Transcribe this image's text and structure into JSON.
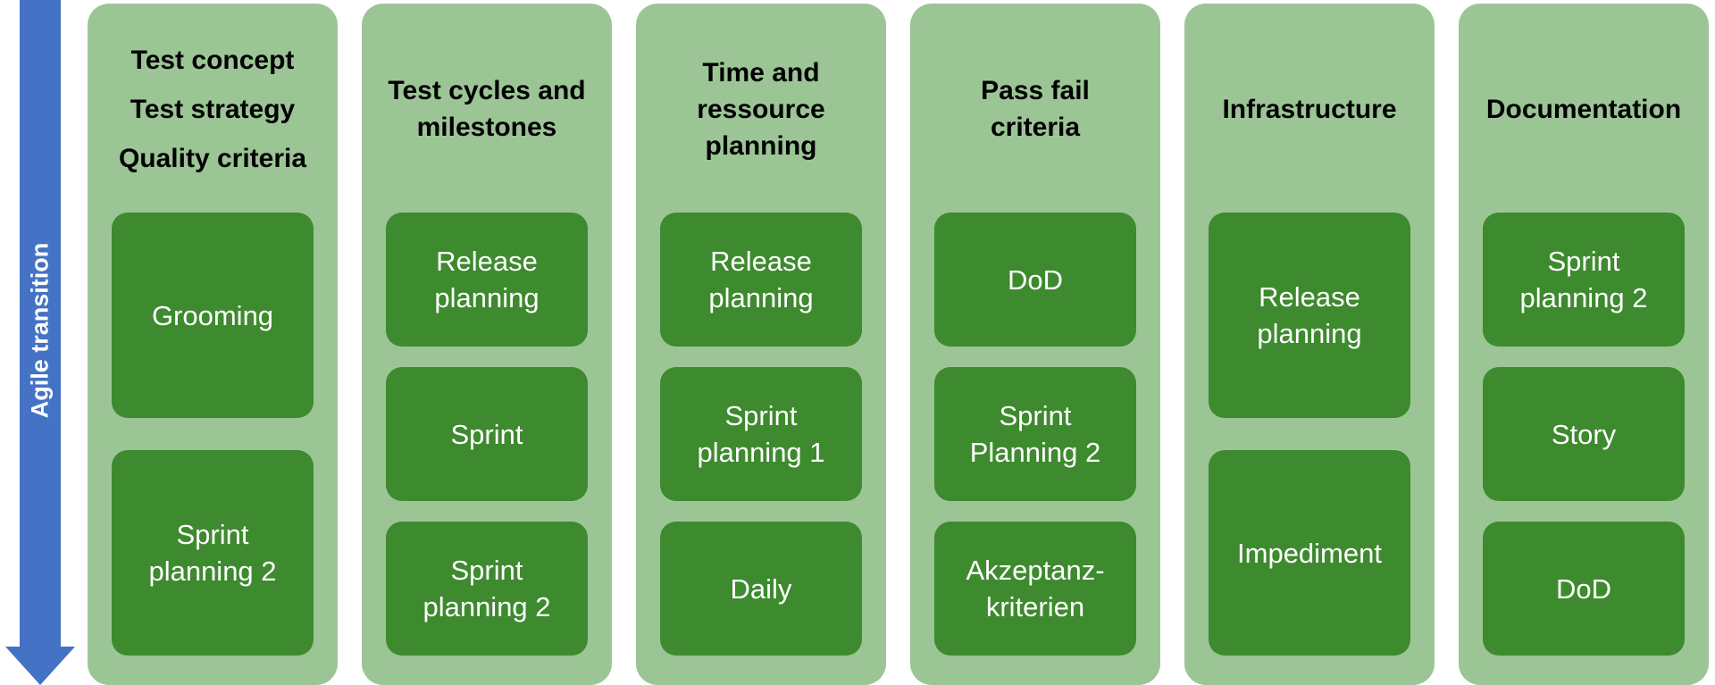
{
  "arrow": {
    "label": "Agile transition",
    "color": "#4472c4"
  },
  "colors": {
    "column_background": "#9cc596",
    "box_background": "#3e8a2f",
    "box_text": "#ffffff",
    "title_text": "#000000"
  },
  "columns": [
    {
      "title_lines": [
        "Test concept",
        "Test strategy",
        "Quality criteria"
      ],
      "boxes": [
        "Grooming",
        "Sprint planning 2"
      ]
    },
    {
      "title_lines": [
        "Test cycles and",
        "milestones"
      ],
      "boxes": [
        "Release planning",
        "Sprint",
        "Sprint planning 2"
      ]
    },
    {
      "title_lines": [
        "Time and",
        "ressource",
        "planning"
      ],
      "boxes": [
        "Release planning",
        "Sprint planning 1",
        "Daily"
      ]
    },
    {
      "title_lines": [
        "Pass fail",
        "criteria"
      ],
      "boxes": [
        "DoD",
        "Sprint Planning 2",
        "Akzeptanz-kriterien"
      ]
    },
    {
      "title_lines": [
        "Infrastructure"
      ],
      "boxes": [
        "Release planning",
        "Impediment"
      ]
    },
    {
      "title_lines": [
        "Documentation"
      ],
      "boxes": [
        "Sprint planning 2",
        "Story",
        "DoD"
      ]
    }
  ]
}
